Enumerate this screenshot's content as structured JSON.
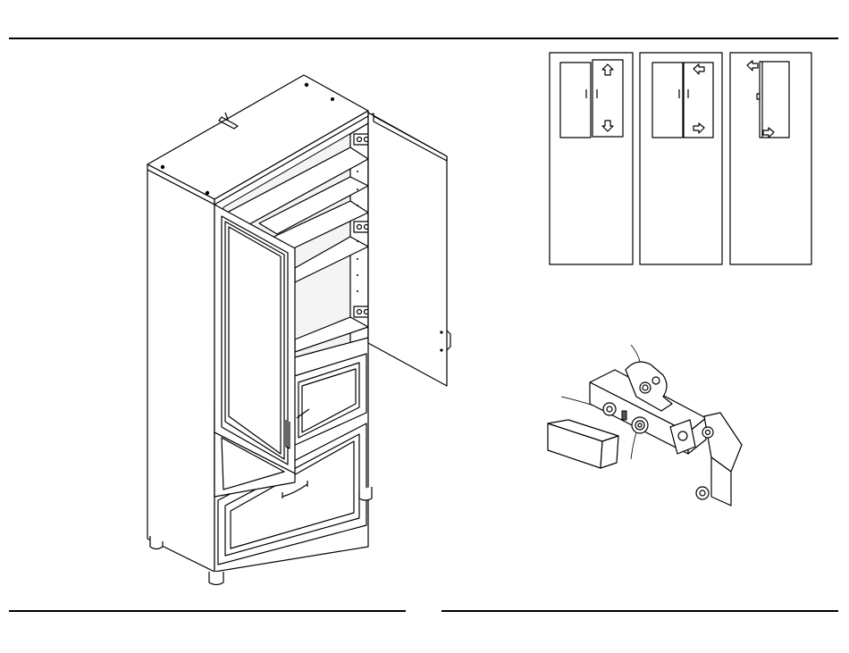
{
  "page": {
    "lines": [
      "top-rule",
      "bottom-left-rule",
      "bottom-right-rule"
    ]
  },
  "illustrations": {
    "cabinet": "cabinet-with-open-door-illustration",
    "door_adjustment_steps": [
      "door-height-adjust",
      "door-side-adjust",
      "door-depth-adjust"
    ],
    "hinge_detail": "hinge-detail-illustration"
  },
  "icons": {
    "up": "arrow-up-icon",
    "down": "arrow-down-icon",
    "left": "arrow-left-icon",
    "right": "arrow-right-icon"
  }
}
